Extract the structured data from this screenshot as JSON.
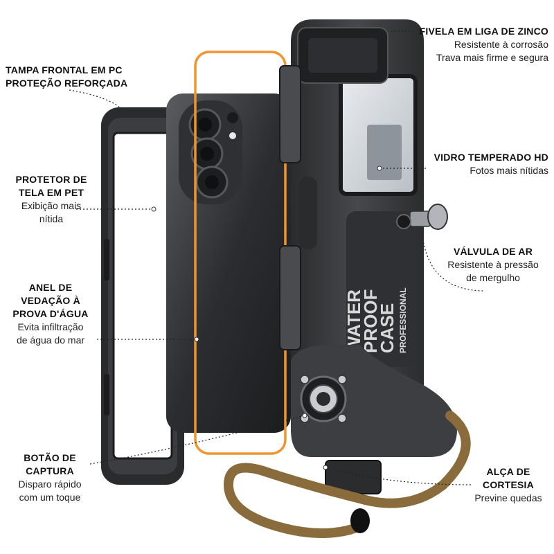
{
  "labels": {
    "buckle": {
      "title": "FIVELA EM LIGA DE ZINCO",
      "line1": "Resistente à corrosão",
      "line2": "Trava mais firme e segura"
    },
    "front_cover": {
      "line1": "TAMPA FRONTAL EM PC",
      "line2": "PROTEÇÃO REFORÇADA"
    },
    "glass": {
      "title": "VIDRO TEMPERADO HD",
      "line1": "Fotos mais nítidas"
    },
    "screen_protector": {
      "title1": "PROTETOR DE",
      "title2": "TELA EM PET",
      "line1": "Exibição mais",
      "line2": "nítida"
    },
    "air_valve": {
      "title": "VÁLVULA DE AR",
      "line1": "Resistente à pressão",
      "line2": "de mergulho"
    },
    "seal_ring": {
      "title1": "ANEL DE",
      "title2": "VEDAÇÃO À",
      "title3": "PROVA D'ÁGUA",
      "line1": "Evita infiltração",
      "line2": "de água do mar"
    },
    "shutter": {
      "title1": "BOTÃO DE",
      "title2": "CAPTURA",
      "line1": "Disparo rápido",
      "line2": "com um toque"
    },
    "strap": {
      "title1": "ALÇA DE",
      "title2": "CORTESIA",
      "line1": "Previne quedas"
    }
  },
  "product_print": {
    "line1": "WATER",
    "line2": "PROOF",
    "line3": "CASE",
    "line4": "PROFESSIONAL"
  },
  "colors": {
    "case": "#3a3b3d",
    "case_dark": "#232426",
    "accent_ring": "#f0952e",
    "strap": "#8a6b3c"
  },
  "icons": [
    "leader-line",
    "anchor-dot",
    "camera-lens-icon",
    "shutter-button-icon",
    "air-valve-icon",
    "strap-icon"
  ]
}
